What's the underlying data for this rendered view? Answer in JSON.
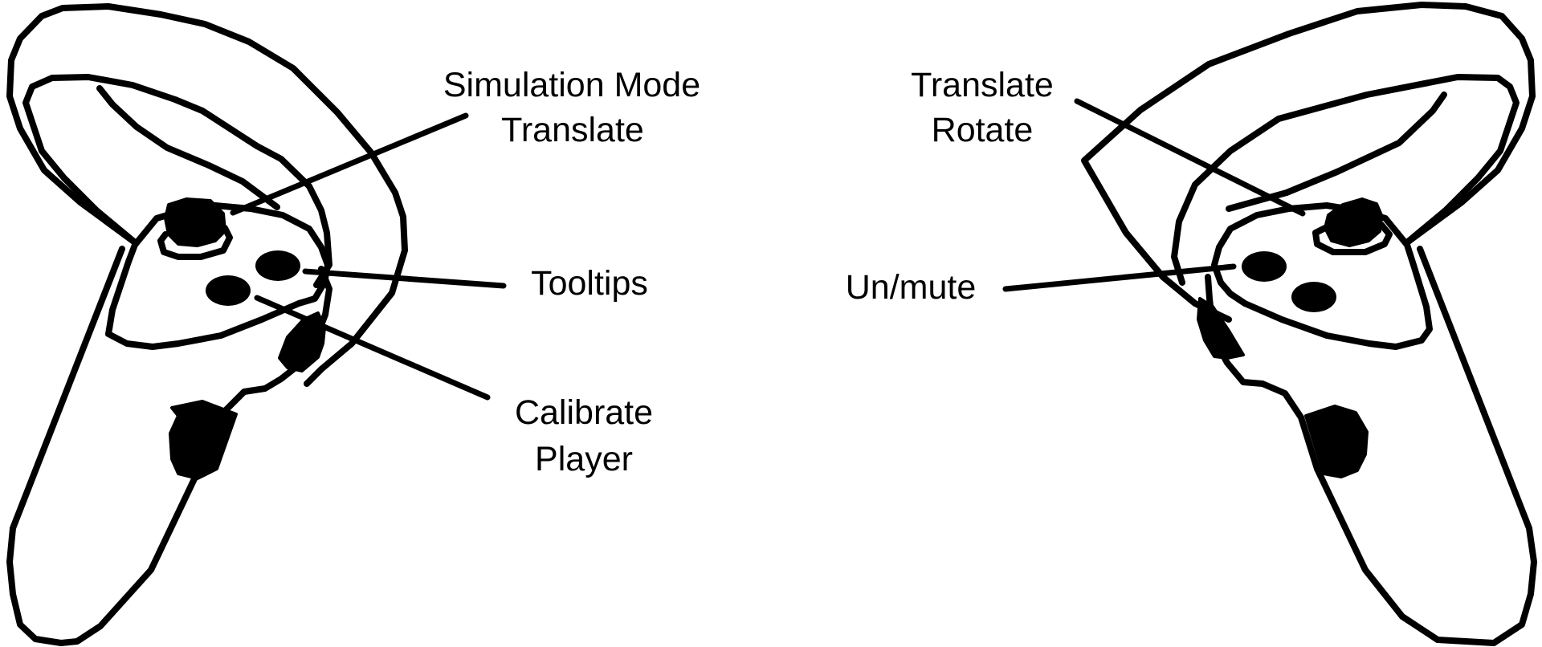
{
  "labels": {
    "left_top_line1": "Simulation Mode",
    "left_top_line2": "Translate",
    "left_middle": "Tooltips",
    "left_bottom_line1": "Calibrate",
    "left_bottom_line2": "Player",
    "right_top_line1": "Translate",
    "right_top_line2": "Rotate",
    "right_middle": "Un/mute"
  },
  "colors": {
    "ink": "#000000",
    "background": "#ffffff"
  }
}
